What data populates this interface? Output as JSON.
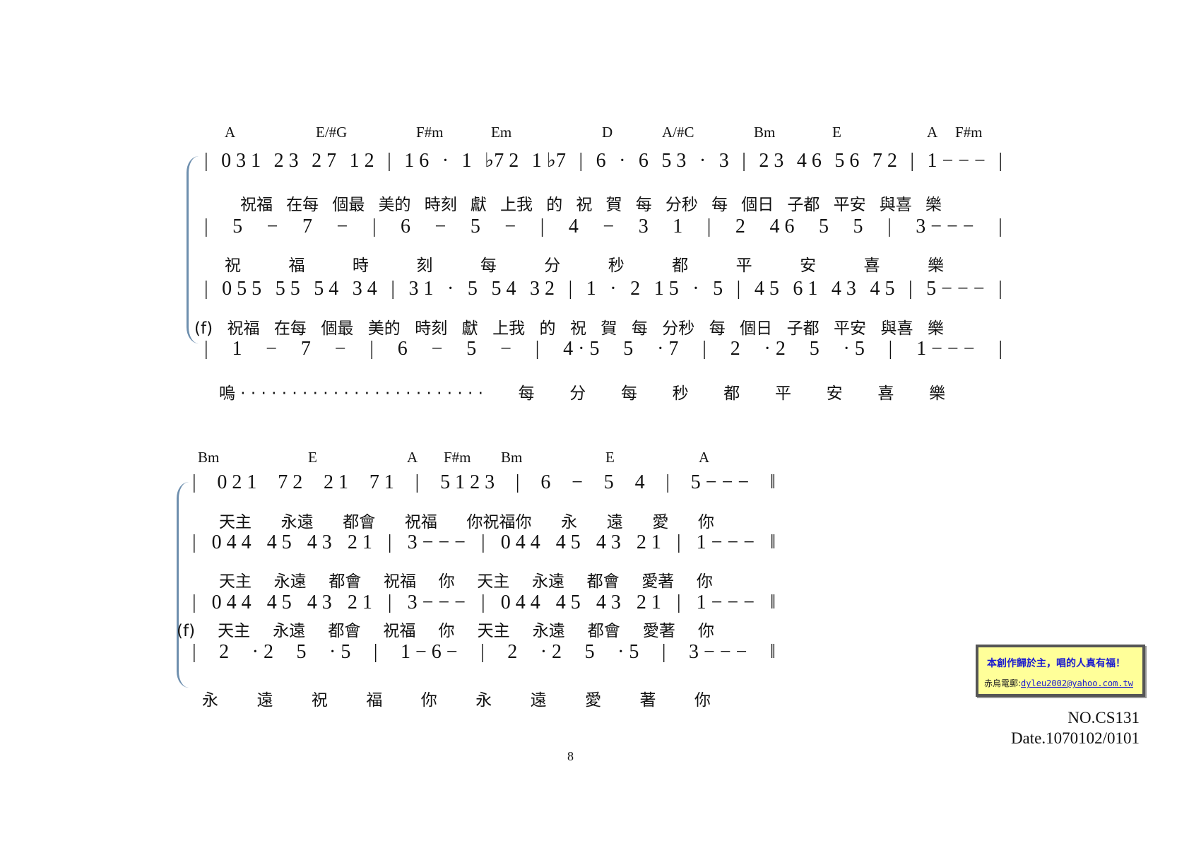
{
  "section1": {
    "chords": [
      "A",
      "E/#G",
      "F#m",
      "Em",
      "D",
      "A/#C",
      "Bm",
      "E",
      "A",
      "F#m"
    ],
    "staff1_notes": [
      "|",
      "0 3 1",
      "2 3",
      "2 7",
      "1 2",
      "|",
      "1 6",
      "·",
      "1",
      "♭7 2",
      "1 ♭7",
      "|",
      "6",
      "·",
      "6",
      "5 3",
      "·",
      "3",
      "|",
      "2 3",
      "4 6",
      "5 6",
      "7 2",
      "|",
      "1 − − −",
      "|"
    ],
    "staff1_lyrics": [
      "祝福",
      "在每",
      "個最",
      "美的",
      "時刻",
      "獻",
      "上我",
      "的",
      "祝",
      "賀",
      "每",
      "分秒",
      "每",
      "個日",
      "子都",
      "平安",
      "與喜",
      "樂"
    ],
    "staff2_notes": [
      "|",
      "5",
      "−",
      "7",
      "−",
      "|",
      "6",
      "−",
      "5",
      "−",
      "|",
      "4",
      "−",
      "3",
      "1",
      "|",
      "2",
      "4 6",
      "5",
      "5",
      "|",
      "3 − − −",
      "|"
    ],
    "staff2_lyrics": [
      "祝",
      "福",
      "時",
      "刻",
      "每",
      "分",
      "秒",
      "都",
      "平",
      "安",
      "喜",
      "樂"
    ],
    "staff3_notes": [
      "|",
      "0 5 5",
      "5 5",
      "5 4",
      "3 4",
      "|",
      "3 1",
      "·",
      "5",
      "5 4",
      "3 2",
      "|",
      "1",
      "·",
      "2",
      "1 5",
      "·",
      "5",
      "|",
      "4 5",
      "6 1",
      "4 3",
      "4 5",
      "|",
      "5 − − −",
      "|"
    ],
    "staff3_lyrics": [
      "(f)",
      "祝福",
      "在每",
      "個最",
      "美的",
      "時刻",
      "獻",
      "上我",
      "的",
      "祝",
      "賀",
      "每",
      "分秒",
      "每",
      "個日",
      "子都",
      "平安",
      "與喜",
      "樂"
    ],
    "staff4_notes": [
      "|",
      "1",
      "−",
      "7",
      "−",
      "|",
      "6",
      "−",
      "5",
      "−",
      "|",
      "4 · 5",
      "5",
      "· 7",
      "|",
      "2",
      "· 2",
      "5",
      "· 5",
      "|",
      "1 − − −",
      "|"
    ],
    "staff4_lyrics": [
      "嗚 · · · · · · · · · · · · · · · · · · · · · · · ·",
      "每",
      "分",
      "每",
      "秒",
      "都",
      "平",
      "安",
      "喜",
      "樂"
    ]
  },
  "section2": {
    "chords": [
      "Bm",
      "E",
      "A",
      "F#m",
      "Bm",
      "E",
      "A"
    ],
    "staff1_notes": [
      "|",
      "0 2 1",
      "7 2",
      "2 1",
      "7 1",
      "|",
      "5 1 2 3",
      "|",
      "6",
      "−",
      "5",
      "4",
      "|",
      "5 − − −",
      "‖"
    ],
    "staff1_lyrics": [
      "天主",
      "永遠",
      "都會",
      "祝福",
      "你祝福你",
      "永",
      "遠",
      "愛",
      "你"
    ],
    "staff2_notes": [
      "|",
      "0 4 4",
      "4 5",
      "4 3",
      "2 1",
      "|",
      "3 − − −",
      "|",
      "0 4 4",
      "4 5",
      "4 3",
      "2 1",
      "|",
      "1 − − −",
      "‖"
    ],
    "staff2_lyrics": [
      "天主",
      "永遠",
      "都會",
      "祝福",
      "你",
      "天主",
      "永遠",
      "都會",
      "愛著",
      "你"
    ],
    "staff3_notes": [
      "|",
      "0 4 4",
      "4 5",
      "4 3",
      "2 1",
      "|",
      "3 − − −",
      "|",
      "0 4 4",
      "4 5",
      "4 3",
      "2 1",
      "|",
      "1 − − −",
      "‖"
    ],
    "staff3_lyrics": [
      "(f)",
      "天主",
      "永遠",
      "都會",
      "祝福",
      "你",
      "天主",
      "永遠",
      "都會",
      "愛著",
      "你"
    ],
    "staff4_notes": [
      "|",
      "2",
      "· 2",
      "5",
      "· 5",
      "|",
      "1 − 6 −",
      "|",
      "2",
      "· 2",
      "5",
      "· 5",
      "|",
      "3 − − −",
      "‖"
    ],
    "staff4_lyrics": [
      "永",
      "遠",
      "祝",
      "福",
      "你",
      "永",
      "遠",
      "愛",
      "著",
      "你"
    ]
  },
  "page_number": "8",
  "notice": {
    "line1": "本創作歸於主，唱的人真有福！",
    "email_label": "赤鳥電郵:",
    "email": "dyleu2002@yahoo.com.tw"
  },
  "doc_no": "NO.CS131",
  "doc_date": "Date.1070102/0101"
}
